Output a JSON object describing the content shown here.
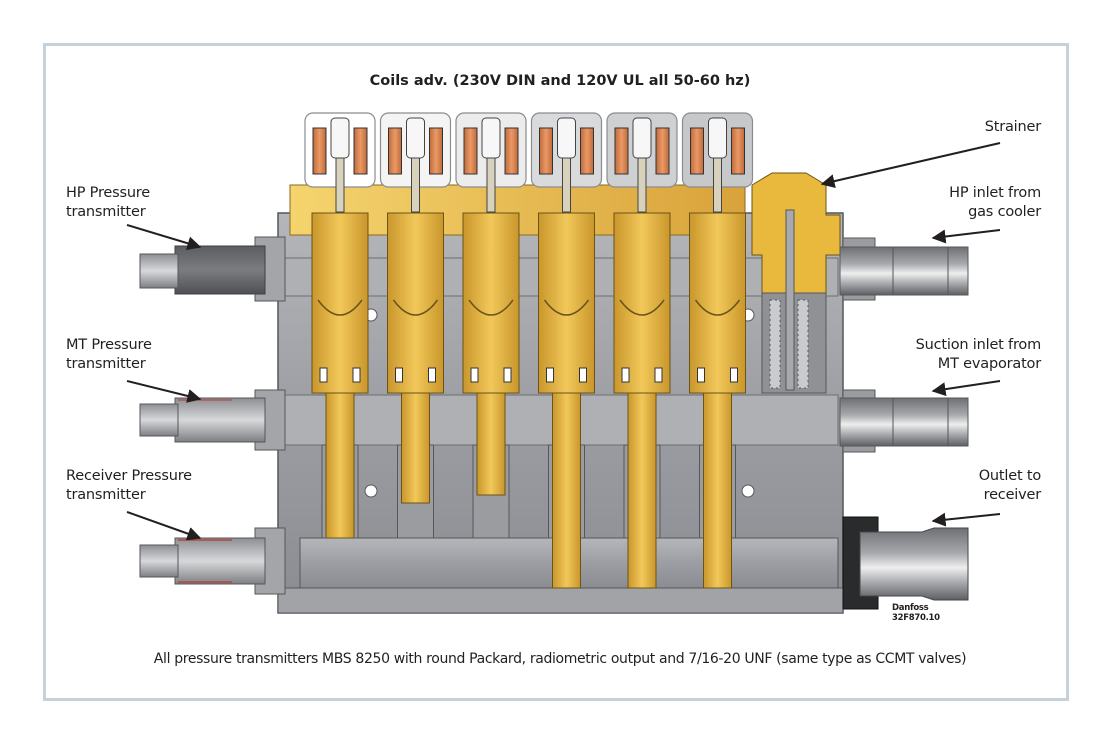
{
  "diagram": {
    "title": "Coils adv. (230V DIN and 120V UL all 50-60 hz)",
    "footer": "All pressure transmitters MBS 8250 with round Packard, radiometric output and 7/16-20 UNF (same type as CCMT valves)",
    "callouts_left": [
      {
        "line1": "HP Pressure",
        "line2": "transmitter"
      },
      {
        "line1": "MT Pressure",
        "line2": "transmitter"
      },
      {
        "line1": "Receiver Pressure",
        "line2": "transmitter"
      }
    ],
    "callouts_right": [
      {
        "line1": "Strainer",
        "line2": ""
      },
      {
        "line1": "HP inlet from",
        "line2": "gas cooler"
      },
      {
        "line1": "Suction inlet from",
        "line2": "MT evaporator"
      },
      {
        "line1": "Outlet to",
        "line2": "receiver"
      }
    ],
    "logo": {
      "brand": "Danfoss",
      "code": "32F870.10"
    },
    "valve_count": 6,
    "colors": {
      "frame": "#c5d2da",
      "body_gray": "#9fa1a6",
      "brass": "#e3b447",
      "coil_copper": "#d9834f",
      "arrow": "#231f20"
    }
  }
}
